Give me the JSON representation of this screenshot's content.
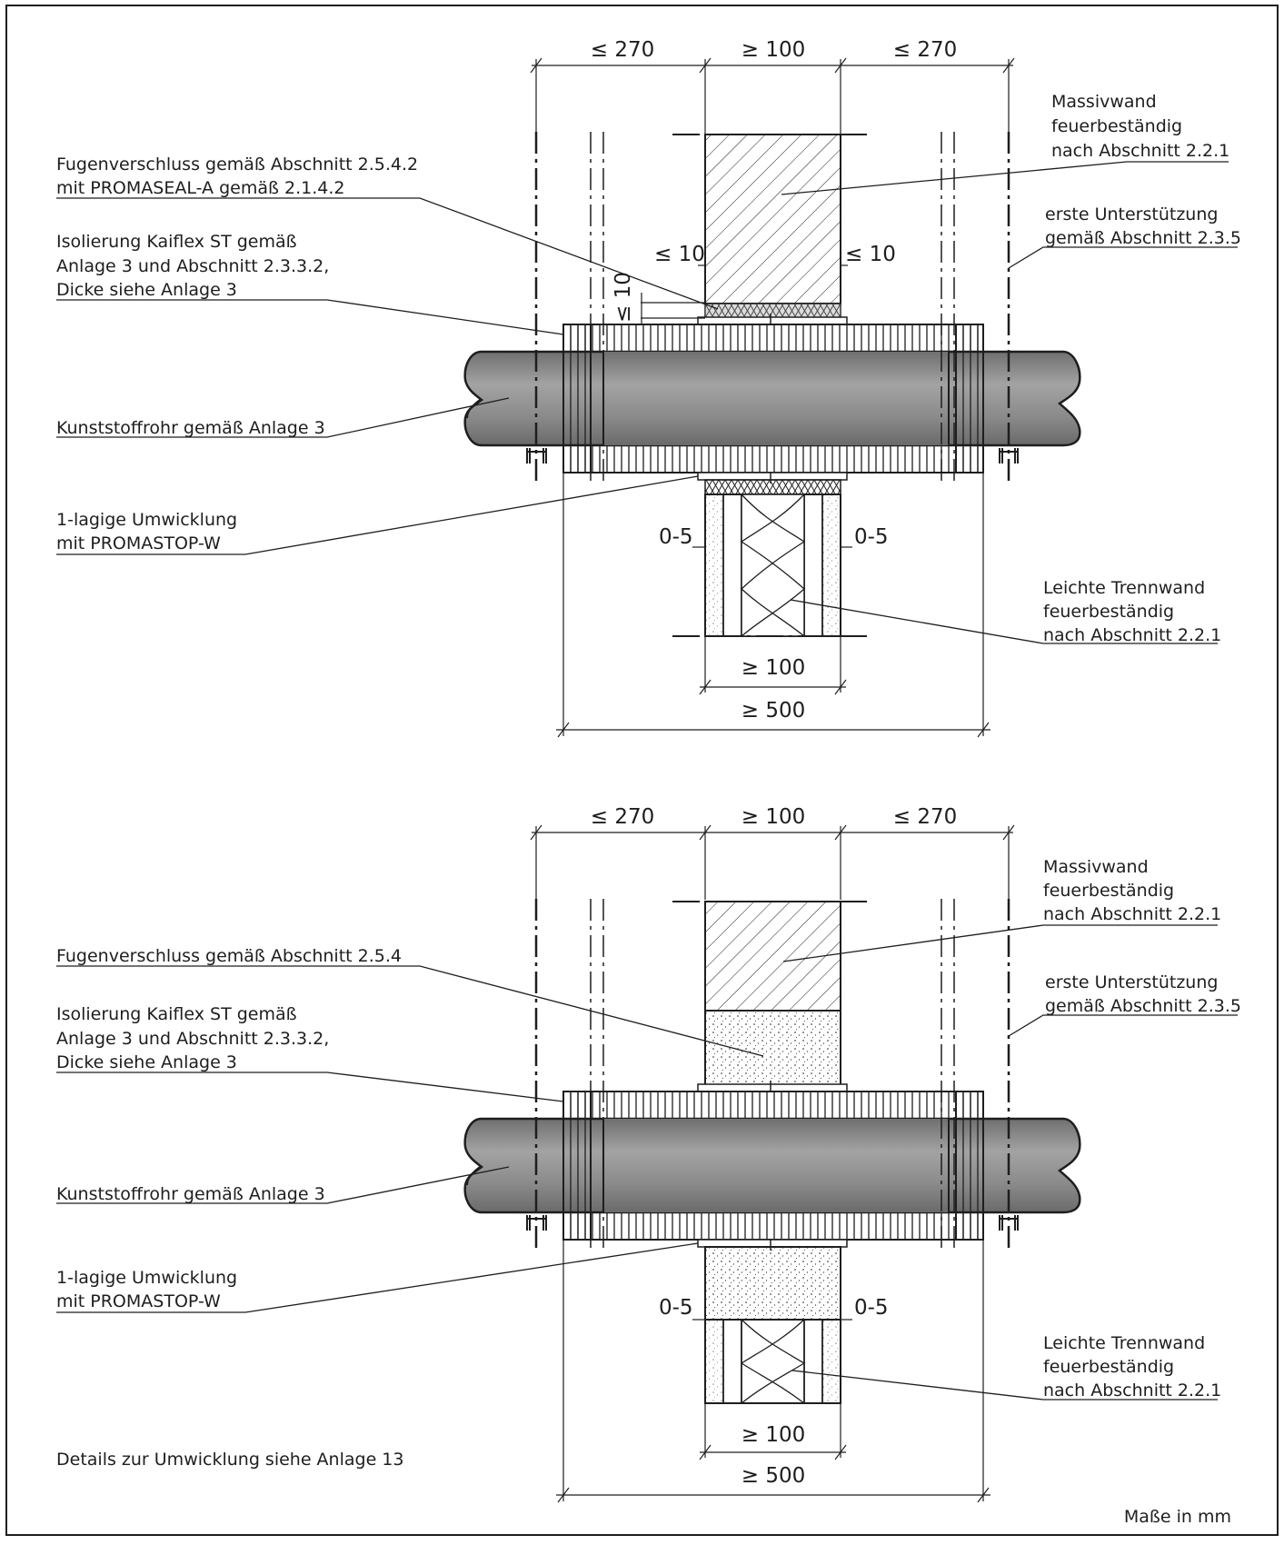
{
  "colors": {
    "ink": "#1e1e1e",
    "pipe_fill": "#8b8b8b",
    "paper": "#ffffff"
  },
  "top": {
    "dims": {
      "left": "≤ 270",
      "middle": "≥ 100",
      "right": "≤ 270",
      "gap_left": "≤ 10",
      "gap_right": "≤ 10",
      "gap_vertical": "≤ 10",
      "tol_left": "0-5",
      "tol_right": "0-5",
      "wall_width": "≥ 100",
      "insulation_min": "≥ 500"
    },
    "labels": {
      "massivwand": [
        "Massivwand",
        "feuerbeständig",
        "nach Abschnitt 2.2.1"
      ],
      "fugen": [
        "Fugenverschluss gemäß Abschnitt 2.5.4.2",
        "mit PROMASEAL-A gemäß 2.1.4.2"
      ],
      "unterstuetzung": [
        "erste Unterstützung",
        "gemäß Abschnitt 2.3.5"
      ],
      "isolierung": [
        "Isolierung Kaiflex ST gemäß",
        "Anlage 3 und Abschnitt 2.3.3.2,",
        "Dicke siehe Anlage 3"
      ],
      "rohr": "Kunststoffrohr gemäß Anlage 3",
      "umwicklung": [
        "1-lagige Umwicklung",
        "mit PROMASTOP-W"
      ],
      "trennwand": [
        "Leichte Trennwand",
        "feuerbeständig",
        "nach Abschnitt 2.2.1"
      ]
    }
  },
  "bottom": {
    "dims": {
      "left": "≤ 270",
      "middle": "≥ 100",
      "right": "≤ 270",
      "tol_left": "0-5",
      "tol_right": "0-5",
      "wall_width": "≥ 100",
      "insulation_min": "≥ 500"
    },
    "labels": {
      "massivwand": [
        "Massivwand",
        "feuerbeständig",
        "nach Abschnitt 2.2.1"
      ],
      "fugen": "Fugenverschluss gemäß Abschnitt 2.5.4",
      "unterstuetzung": [
        "erste Unterstützung",
        "gemäß Abschnitt 2.3.5"
      ],
      "isolierung": [
        "Isolierung Kaiflex ST gemäß",
        "Anlage 3 und Abschnitt 2.3.3.2,",
        "Dicke siehe Anlage 3"
      ],
      "rohr": "Kunststoffrohr gemäß Anlage 3",
      "umwicklung": [
        "1-lagige Umwicklung",
        "mit PROMASTOP-W"
      ],
      "trennwand": [
        "Leichte Trennwand",
        "feuerbeständig",
        "nach Abschnitt 2.2.1"
      ]
    }
  },
  "footer": {
    "details": "Details zur Umwicklung siehe Anlage 13",
    "units": "Maße in mm"
  }
}
